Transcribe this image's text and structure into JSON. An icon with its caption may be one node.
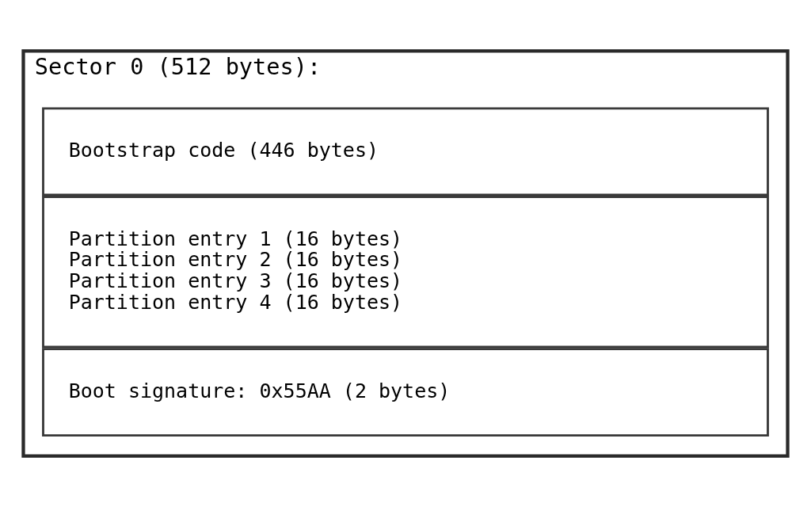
{
  "diagram": {
    "nodes": [
      {
        "text": [
          "Sector 0 (512 bytes):"
        ]
      },
      {
        "text": [
          "Bootstrap code (446 bytes)"
        ],
        "in": 0
      },
      {
        "text": [
          "Partition entry 1 (16 bytes)",
          "Partition entry 2 (16 bytes)",
          "Partition entry 3 (16 bytes)",
          "Partition entry 4 (16 bytes)"
        ],
        "in": 0
      },
      {
        "text": [
          "Boot signature: 0x55AA (2 bytes)"
        ],
        "in": 0
      }
    ],
    "edges": []
  }
}
